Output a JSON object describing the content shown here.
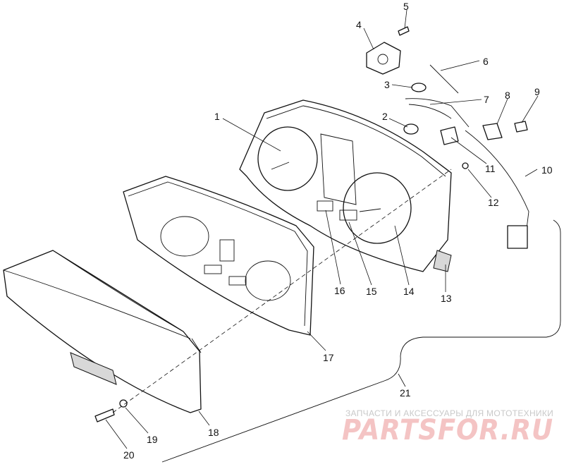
{
  "callouts": [
    {
      "id": "1",
      "label": "1"
    },
    {
      "id": "2",
      "label": "2"
    },
    {
      "id": "3",
      "label": "3"
    },
    {
      "id": "4",
      "label": "4"
    },
    {
      "id": "5",
      "label": "5"
    },
    {
      "id": "6",
      "label": "6"
    },
    {
      "id": "7",
      "label": "7"
    },
    {
      "id": "8",
      "label": "8"
    },
    {
      "id": "9",
      "label": "9"
    },
    {
      "id": "10",
      "label": "10"
    },
    {
      "id": "11",
      "label": "11"
    },
    {
      "id": "12",
      "label": "12"
    },
    {
      "id": "13",
      "label": "13"
    },
    {
      "id": "14",
      "label": "14"
    },
    {
      "id": "15",
      "label": "15"
    },
    {
      "id": "16",
      "label": "16"
    },
    {
      "id": "17",
      "label": "17"
    },
    {
      "id": "18",
      "label": "18"
    },
    {
      "id": "19",
      "label": "19"
    },
    {
      "id": "20",
      "label": "20"
    },
    {
      "id": "21",
      "label": "21"
    }
  ],
  "watermark": {
    "tagline": "ЗАПЧАСТИ И АКСЕССУАРЫ ДЛЯ МОТОТЕХНИКИ",
    "logo": "PARTSFOR.RU",
    "color": "#f4c4c4"
  }
}
